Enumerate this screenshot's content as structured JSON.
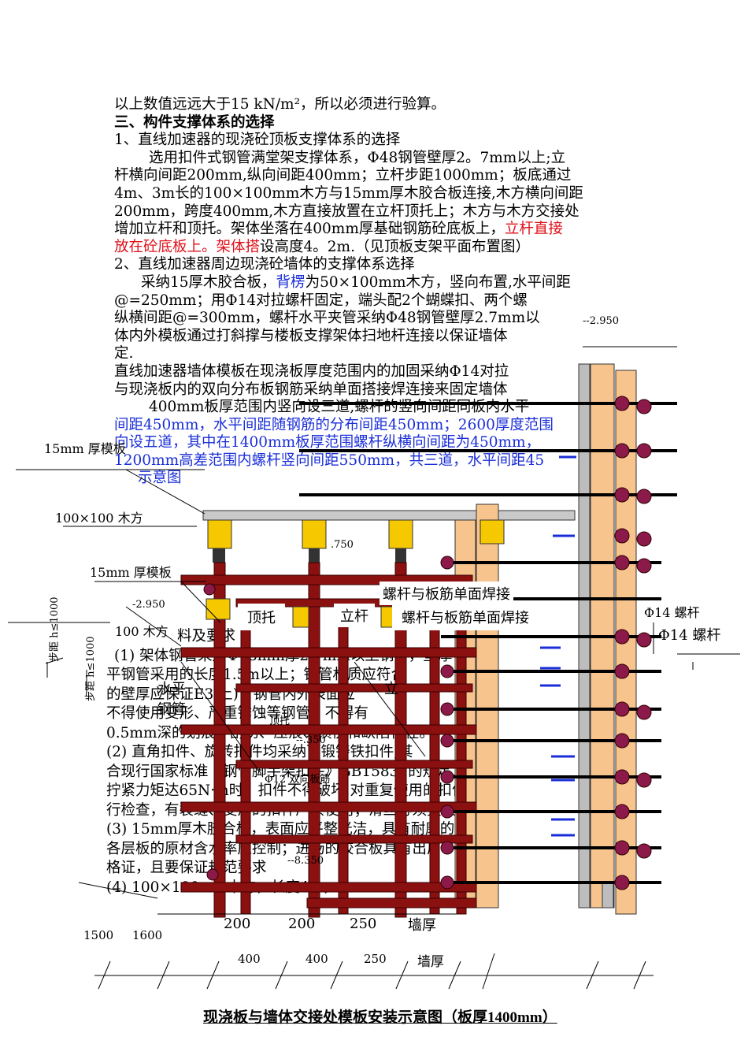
{
  "paragraphs": {
    "p1": "以上数值远远大于15 kN/m²，所以必须进行验算。",
    "p2": "三、构件支撑体系的选择",
    "p3": "1、直线加速器的现浇砼顶板支撑体系的选择",
    "p4": "选用扣件式钢管满堂架支撑体系，Φ48钢管壁厚2。7mm以上;立",
    "p5": "杆横向间距200mm,纵向间距400mm；立杆步距1000mm；板底通过",
    "p6": "4m、3m长的100×100mm木方与15mm厚木胶合板连接,木方横向间距",
    "p7": "200mm，跨度400mm,木方直接放置在立杆顶托上；木方与木方交接处",
    "p8a": "增加立杆和顶托。架体坐落在400mm厚基础钢筋砼底板上，",
    "p8b": "立杆直接",
    "p9a": "放在砼底板上。架体搭",
    "p9b": "设高度4。2m.（见顶板支架平面布置图）",
    "p10": "2、直线加速器周边现浇砼墙体的支撑体系选择",
    "p11a": "采纳15厚木胶合板，",
    "p11b": "背楞",
    "p11c": "为50×100mm木方，竖向布置,水平间距",
    "p12": "@=250mm；用Φ14对拉螺杆固定，端头配2个蝴蝶扣、两个螺",
    "p13": "纵横间距@=300mm，螺杆水平夹管采纳Φ48钢管壁厚2.7mm以",
    "p14": "体内外模板通过打斜撑与楼板支撑架体扫地杆连接以保证墙体",
    "p15": "定.",
    "p16": "直线加速器墙体模板在现浇板厚度范围内的加固采纳Φ14对拉",
    "p17": "与现浇板内的双向分布板钢筋采纳单面搭接焊连接来固定墙体",
    "p18": "400mm板厚范围内竖向设三道,螺杆的竖向间距同板内水平",
    "p19": "间距450mm，水平间距随钢筋的分布间距450mm；2600厚度范围",
    "p20": "向设五道，其中在1400mm板厚范围螺杆纵横向间距为450mm，",
    "p21": "1200mm高差范围内螺杆竖向间距550mm，共三道，水平间距45",
    "p22": "示意图",
    "b1": "料及要求",
    "b2": "(1) 架体钢管采用Φ48mm厚2.7mm以上钢管，壁厚",
    "b3": "平钢管采用的长度1.5m以上；钢管材质应符合",
    "b4": "的壁厚应保证E3  上)；钢管内外表面应",
    "b5": "不得使用变形、严重锈蚀等钢管，不得有",
    "b6": "0.5mm深的划痕、刮伤、压痕、损伤和缺陷存在。",
    "b7": "(2) 直角扣件、旋转扣件均采纳可锻铸铁扣件,其",
    "b8": "合现行国家标准《钢管脚手架扣件》GB15831的规定,扣件",
    "b9": "拧紧力矩达65N·m时，扣件不得破坏,对重复使用的扣件应",
    "b10": "行检查，有裂缝、变形的扣件严禁使用；滑丝必须更换",
    "b11": "(3) 15mm厚木胶合板，表面应平整光洁，具有耐磨的",
    "b12": "各层板的原材含水率应控制；进场的胶合板具有出厂",
    "b13": "格证，且要保证规范要求",
    "b14": "(4) 100×100mm木方，长度4m，"
  },
  "labels": {
    "plank15a": "15mm 厚模板",
    "timber100": "100×100 木方",
    "plank15b": "15mm 厚模板",
    "lev2950a": "--2.950",
    "lev2950b": "-2.950",
    "lev750": ".750",
    "lev350": "--.350",
    "lev8350": "--8.350",
    "timber100b": "100 木方",
    "dingtuo": "顶托",
    "ligan": "立杆",
    "weld1": "螺杆与板筋单面焊接",
    "weld2": "螺杆与板筋单面焊接",
    "phi14a": "Φ14 螺杆",
    "phi14b": "Φ14 螺杆",
    "horiz1": "水平",
    "horiz2": "钢管",
    "ligan2": "立",
    "dingtuo2": "顶托",
    "phi12": "Φ12 双向板筋",
    "step1": "步距 h≤1000",
    "step2": "步距 h≤1000",
    "d200a": "200",
    "d200b": "200",
    "d250": "250",
    "wallthk": "墙厚",
    "d1500": "1500",
    "d1600": "1600",
    "d400a": "400",
    "d400b": "400",
    "d250b": "250",
    "wallthk2": "墙厚"
  },
  "caption": {
    "main": "现浇板与墙体交接处模板安装示意图（板厚",
    "thick": "1400mm",
    "end": "）"
  },
  "colors": {
    "pole": "#8b1010",
    "timber": "#f7c48e",
    "yellow": "#f6c800",
    "slab": "#c9c9c9",
    "bolt": "#8b1a4a",
    "red_text": "#e0101a",
    "blue_text": "#1a2ed8"
  }
}
